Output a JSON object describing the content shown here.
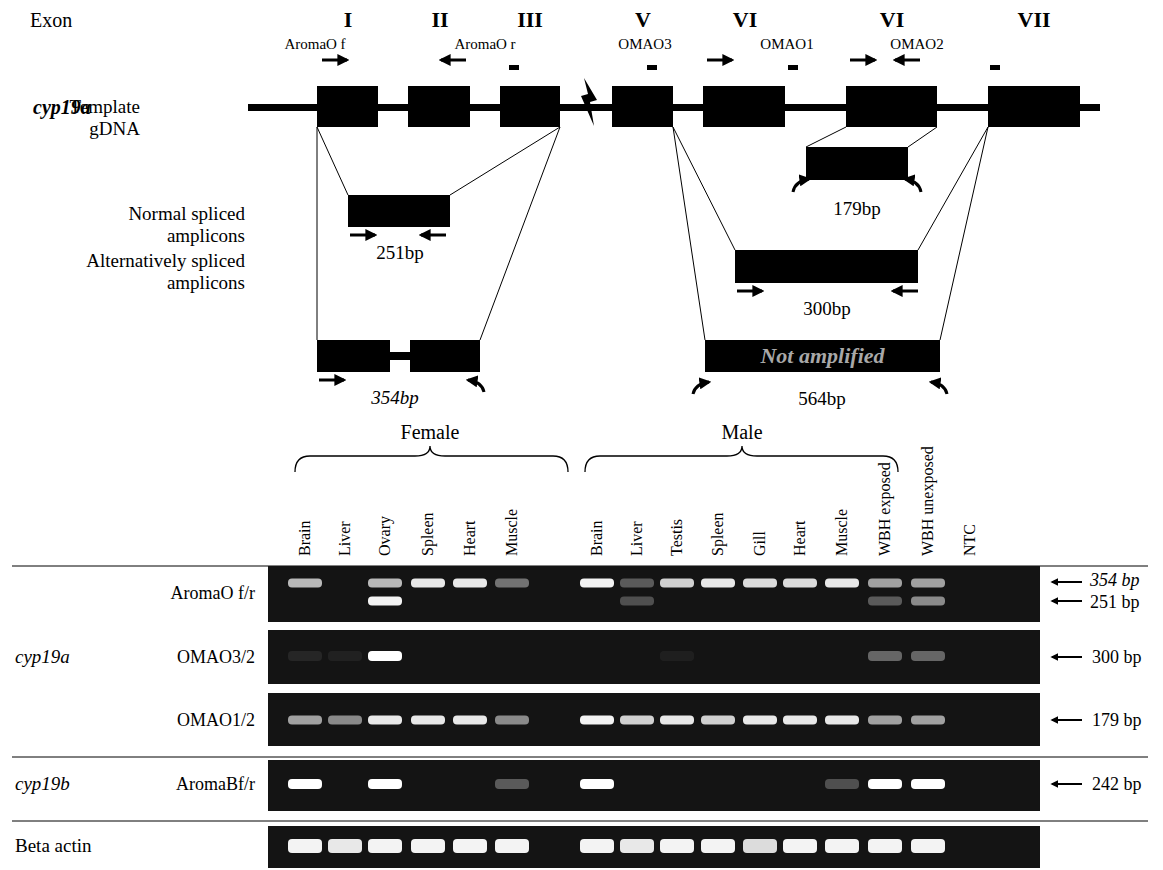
{
  "diagram": {
    "nodes": [
      {
        "text": [
          "Not amplified"
        ]
      }
    ],
    "labels": [
      "Exon",
      "I",
      "II",
      "III",
      "V",
      "VI",
      "VI",
      "VII",
      "AromaO f",
      "AromaO r",
      "OMAO3",
      "OMAO1",
      "OMAO2",
      "cyp19a",
      "Template gDNA",
      "Normal spliced amplicons",
      "251bp",
      "179bp",
      "300bp",
      "Alternatively spliced amplicons",
      "354bp",
      "564bp",
      "Female",
      "Male",
      "Brain",
      "Liver",
      "Ovary",
      "Spleen",
      "Heart",
      "Muscle",
      "Brain",
      "Liver",
      "Testis",
      "Spleen",
      "Gill",
      "Heart",
      "Muscle",
      "WBH exposed",
      "WBH unexposed",
      "NTC",
      "AromaO f/r",
      "OMAO3/2",
      "OMAO1/2",
      "AromaBf/r",
      "cyp19a",
      "cyp19b",
      "Beta actin",
      "354 bp",
      "251 bp",
      "300 bp",
      "179 bp",
      "242 bp"
    ]
  }
}
